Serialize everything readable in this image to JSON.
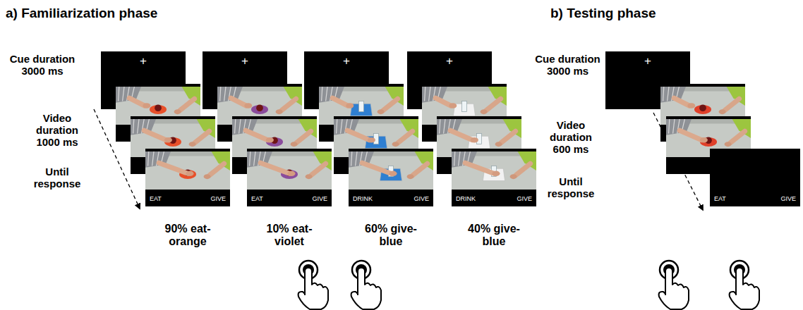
{
  "diagram": {
    "nodes": [
      {
        "text": [
          "+"
        ]
      },
      {
        "text": [
          "EAT",
          "GIVE"
        ]
      },
      {
        "text": [
          "+"
        ]
      },
      {
        "text": [
          "EAT",
          "GIVE"
        ]
      },
      {
        "text": [
          "+"
        ]
      },
      {
        "text": [
          "DRINK",
          "GIVE"
        ]
      },
      {
        "text": [
          "+"
        ]
      },
      {
        "text": [
          "DRINK",
          "GIVE"
        ]
      },
      {
        "text": [
          "+"
        ]
      },
      {
        "text": [
          "EAT",
          "GIVE"
        ]
      }
    ],
    "labels": [
      "a) Familiarization phase",
      "Cue duration 3000 ms",
      "Video duration 1000 ms",
      "Until response",
      "90% eat-orange",
      "10% eat-violet",
      "60% give-blue",
      "40% give-blue",
      "b) Testing phase",
      "Cue duration 3000 ms",
      "Video duration 600 ms",
      "Until response"
    ]
  }
}
